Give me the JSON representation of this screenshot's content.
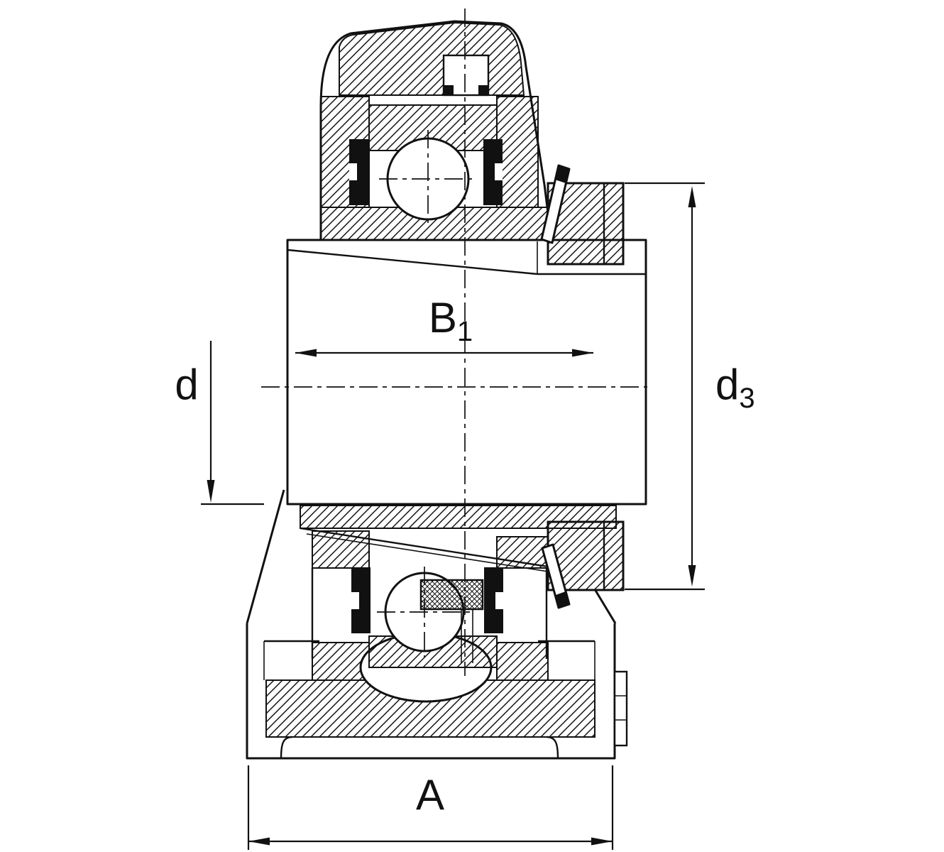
{
  "drawing": {
    "labels": {
      "b1": {
        "main": "B",
        "sub": "1"
      },
      "d": {
        "main": "d",
        "sub": ""
      },
      "d3": {
        "main": "d",
        "sub": "3"
      },
      "a": {
        "main": "A",
        "sub": ""
      }
    },
    "colors": {
      "line": "#111111",
      "background": "#ffffff"
    }
  }
}
